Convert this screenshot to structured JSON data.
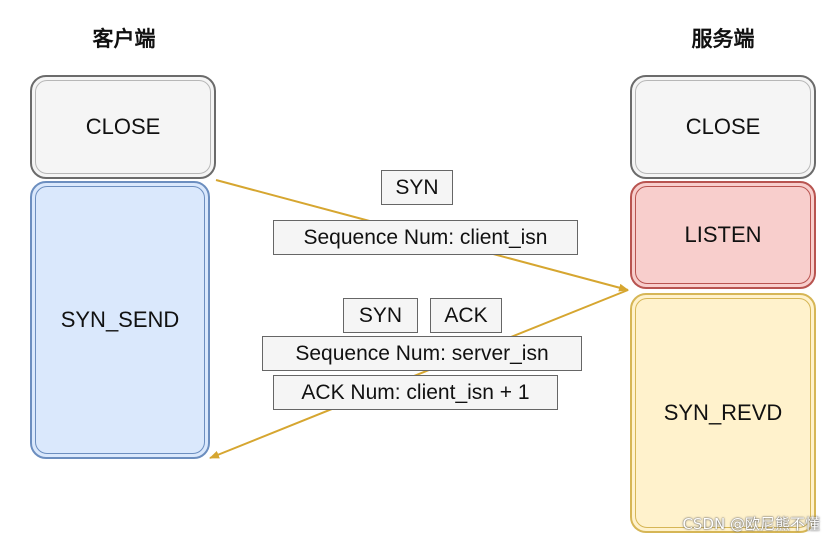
{
  "titles": {
    "client": "客户端",
    "server": "服务端"
  },
  "client_states": {
    "close": "CLOSE",
    "syn_send": "SYN_SEND"
  },
  "server_states": {
    "close": "CLOSE",
    "listen": "LISTEN",
    "syn_revd": "SYN_REVD"
  },
  "message_1": {
    "flag": "SYN",
    "sequence": "Sequence Num: client_isn"
  },
  "message_2": {
    "flag_syn": "SYN",
    "flag_ack": "ACK",
    "sequence": "Sequence Num: server_isn",
    "ack_num": "ACK Num: client_isn + 1"
  },
  "colors": {
    "arrow": "#d6a630",
    "close_fill": "#f5f5f5",
    "syn_send_fill": "#dae8fc",
    "listen_fill": "#f8cecc",
    "syn_revd_fill": "#fff2cc"
  },
  "watermark": "CSDN @欧尼熊不懂"
}
